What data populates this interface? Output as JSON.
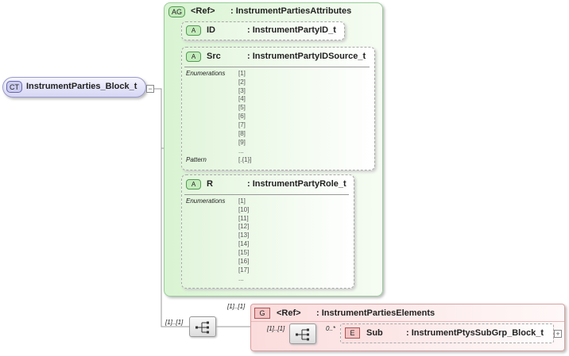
{
  "complex_type": {
    "badge": "CT",
    "name": "InstrumentParties_Block_t"
  },
  "attribute_group": {
    "badge": "AG",
    "ref": "<Ref>",
    "type": ": InstrumentPartiesAttributes",
    "attributes": [
      {
        "badge": "A",
        "name": "ID",
        "type": ": InstrumentPartyID_t"
      },
      {
        "badge": "A",
        "name": "Src",
        "type": ": InstrumentPartyIDSource_t",
        "enumerations_label": "Enumerations",
        "enumerations": [
          "[1]",
          "[2]",
          "[3]",
          "[4]",
          "[5]",
          "[6]",
          "[7]",
          "[8]",
          "[9]",
          "..."
        ],
        "pattern_label": "Pattern",
        "pattern": "[.{1}]"
      },
      {
        "badge": "A",
        "name": "R",
        "type": ": InstrumentPartyRole_t",
        "enumerations_label": "Enumerations",
        "enumerations": [
          "[1]",
          "[10]",
          "[11]",
          "[12]",
          "[13]",
          "[14]",
          "[15]",
          "[16]",
          "[17]",
          "..."
        ]
      }
    ]
  },
  "group": {
    "badge": "G",
    "ref": "<Ref>",
    "type": ": InstrumentPartiesElements",
    "cardinality_group": "[1]..[1]",
    "cardinality_outer_sequence": "[1]..[1]",
    "cardinality_inner_sequence": "[1]..[1]",
    "element": {
      "badge": "E",
      "name": "Sub",
      "type": ": InstrumentPtysSubGrp_Block_t",
      "cardinality": "0..*"
    }
  },
  "colors": {
    "complex_type_fill": "#d6d6f4",
    "attribute_fill": "#d9f4d2",
    "group_fill": "#fbdcdc",
    "connector": "#999999"
  }
}
